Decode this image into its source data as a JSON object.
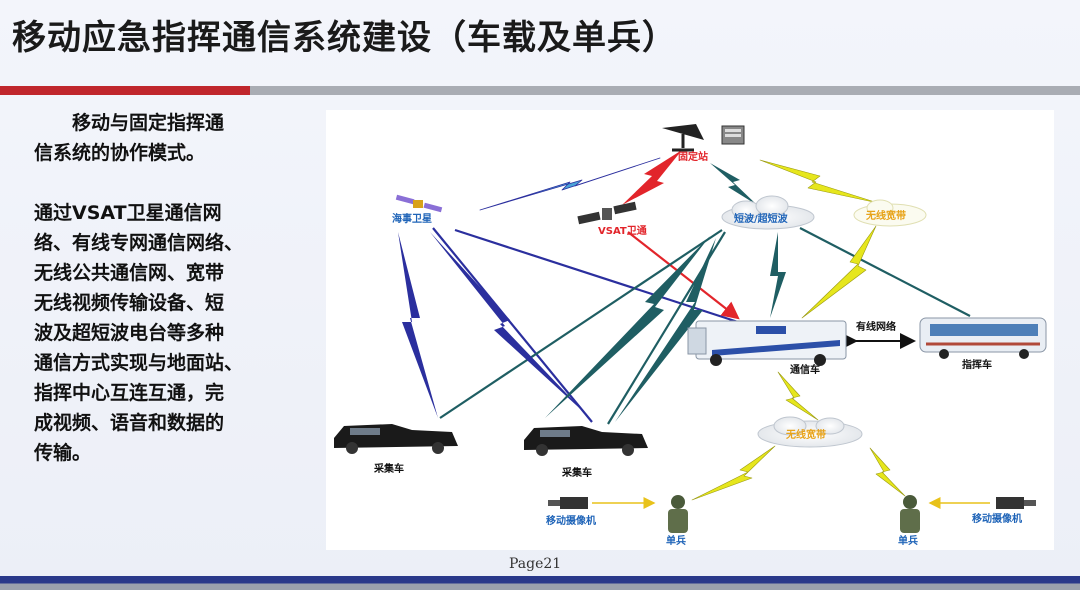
{
  "title": "移动应急指挥通信系统建设（车载及单兵）",
  "left_panel": {
    "heading_lines": [
      "移动与固定指挥通",
      "信系统的协作模式。"
    ],
    "body_lines": [
      "通过VSAT卫星通信网",
      "络、有线专网通信网络、",
      "无线公共通信网、宽带",
      "无线视频传输设备、短",
      "波及超短波电台等多种",
      "通信方式实现与地面站、",
      "指挥中心互连互通，完",
      "成视频、语音和数据的",
      "传输。"
    ]
  },
  "diagram": {
    "fixed_station": "固定站",
    "maritime_satellite": "海事卫星",
    "vsat_satellite": "VSAT卫通",
    "shortwave": "短波/超短波",
    "wireless_broadband_top": "无线宽带",
    "wired_network": "有线网络",
    "comm_vehicle": "通信车",
    "command_vehicle": "指挥车",
    "collection_vehicle_1": "采集车",
    "collection_vehicle_2": "采集车",
    "wireless_broadband_bottom": "无线宽带",
    "mobile_camera_left": "移动摄像机",
    "mobile_camera_right": "移动摄像机",
    "soldier_left": "单兵",
    "soldier_right": "单兵"
  },
  "page_label": "Page21",
  "colors": {
    "accent_red": "#c0262c",
    "navy": "#29388a",
    "bolt_blue": "#2b2f9e",
    "bolt_teal": "#1f5e63",
    "bolt_yellow": "#d6d61a",
    "bolt_red": "#e2252b"
  }
}
